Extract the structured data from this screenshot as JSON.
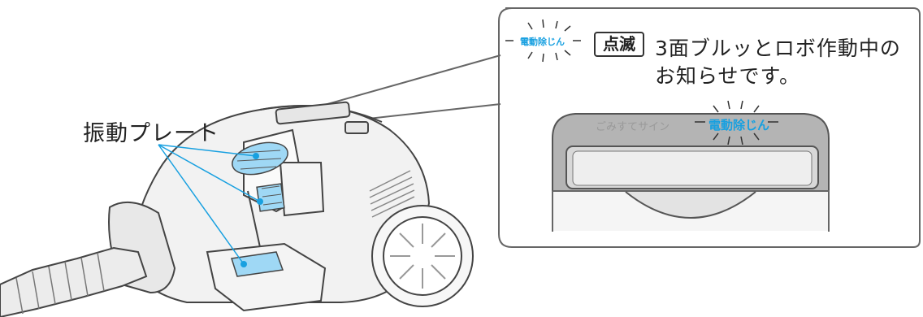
{
  "labels": {
    "vibration_plate": "振動プレート",
    "callout_line1": "3面ブルッとロボ作動中の",
    "callout_line2": "お知らせです。",
    "blink": "点滅",
    "indicator_small": "電動除じん",
    "indicator_panel": "電動除じん",
    "dust_sign": "ごみすてサイン"
  },
  "colors": {
    "accent_blue": "#18a0e0",
    "plate_blue": "#9fd8f5",
    "line": "#555555",
    "panel_gray": "#b4b4b4"
  }
}
